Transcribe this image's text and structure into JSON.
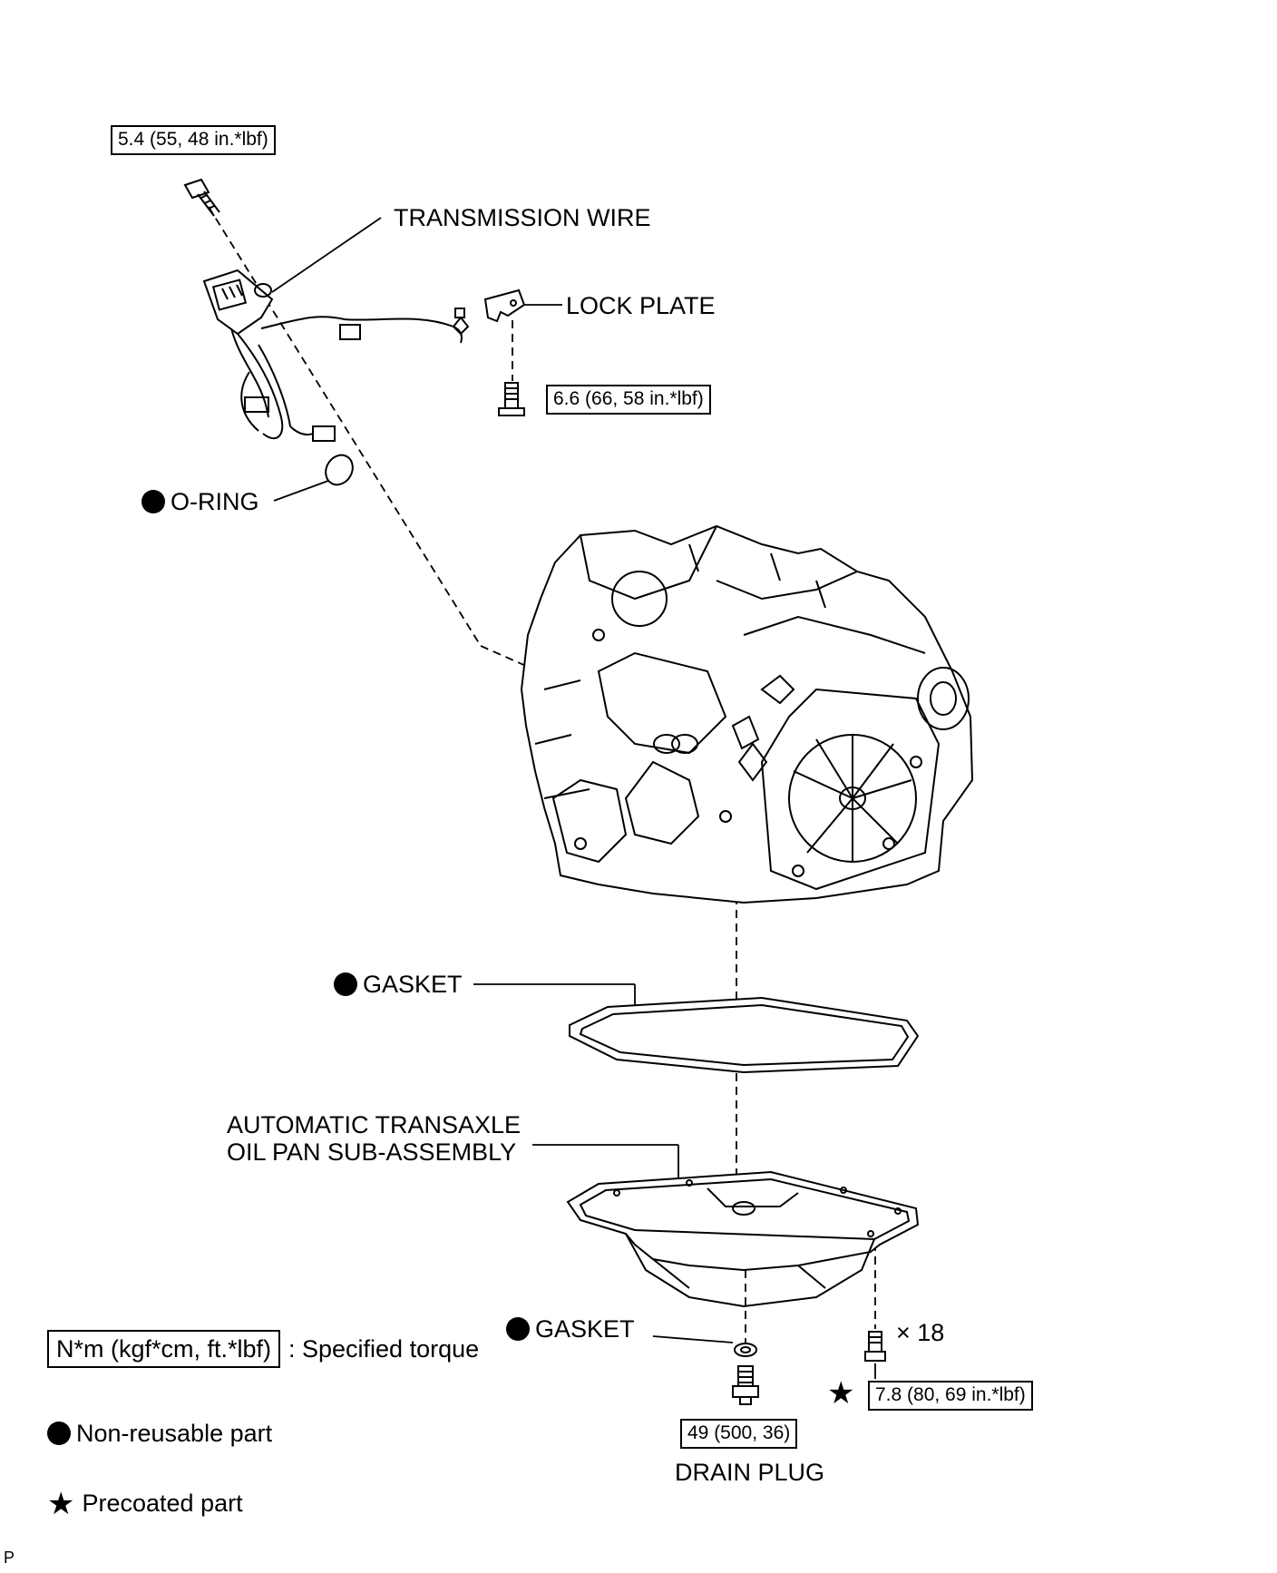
{
  "labels": {
    "transmission_wire": "TRANSMISSION WIRE",
    "lock_plate": "LOCK PLATE",
    "o_ring": "O-RING",
    "gasket_upper": "GASKET",
    "oil_pan_line1": "AUTOMATIC TRANSAXLE",
    "oil_pan_line2": "OIL PAN SUB-ASSEMBLY",
    "gasket_lower": "GASKET",
    "drain_plug": "DRAIN PLUG",
    "bolt_count": "× 18"
  },
  "torques": {
    "wire_bolt": "5.4 (55, 48 in.*lbf)",
    "lock_plate_bolt": "6.6 (66, 58 in.*lbf)",
    "pan_bolt": "7.8 (80, 69 in.*lbf)",
    "drain_plug": "49 (500, 36)"
  },
  "legend": {
    "torque_box": "N*m (kgf*cm, ft.*lbf)",
    "torque_desc": ": Specified torque",
    "non_reusable": "Non-reusable part",
    "precoated": "Precoated part"
  },
  "footer_code": "P"
}
